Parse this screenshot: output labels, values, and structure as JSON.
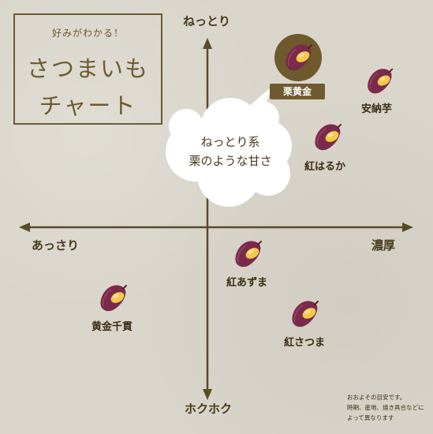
{
  "title": {
    "subtitle": "好みがわかる！",
    "line1": "さつまいも",
    "line2": "チャート"
  },
  "axes": {
    "top": "ねっとり",
    "bottom": "ホクホク",
    "left": "あっさり",
    "right": "濃厚"
  },
  "callout": {
    "line1": "ねっとり系",
    "line2": "栗のような甘さ"
  },
  "varieties": [
    {
      "name": "栗黄金",
      "highlight": true
    },
    {
      "name": "安納芋",
      "highlight": false
    },
    {
      "name": "紅はるか",
      "highlight": false
    },
    {
      "name": "紅あずま",
      "highlight": false
    },
    {
      "name": "黄金千貫",
      "highlight": false
    },
    {
      "name": "紅さつま",
      "highlight": false
    }
  ],
  "note": {
    "line1": "おおよその目安です。",
    "line2": "時期、産地、焼き具合などに",
    "line3": "よって異なります"
  },
  "colors": {
    "background": "#d9d5cb",
    "brown": "#6f5a2e",
    "axis": "#5a4a28",
    "potato_skin": "#7a2a4a",
    "potato_flesh": "#f3c94a"
  }
}
